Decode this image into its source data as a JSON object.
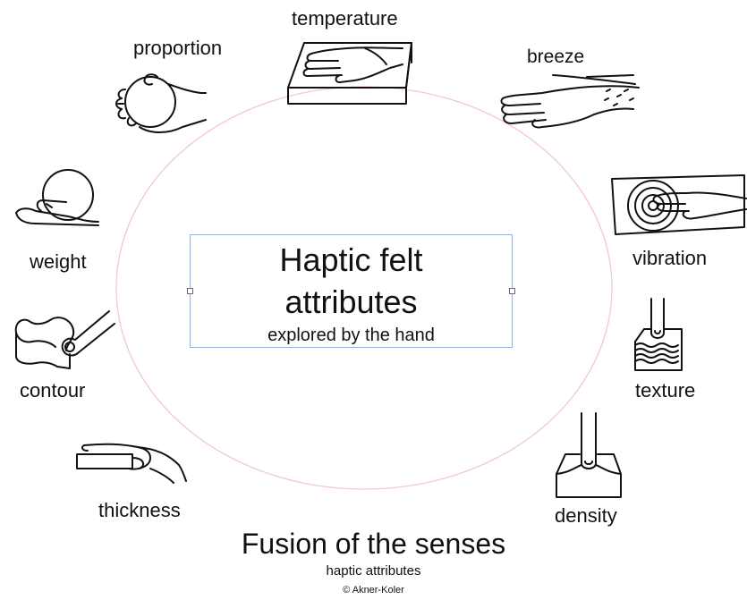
{
  "center": {
    "title_line1": "Haptic felt",
    "title_line2": "attributes",
    "subtitle": "explored by the hand"
  },
  "attributes": {
    "temperature": "temperature",
    "proportion": "proportion",
    "breeze": "breeze",
    "weight": "weight",
    "vibration": "vibration",
    "contour": "contour",
    "texture": "texture",
    "thickness": "thickness",
    "density": "density"
  },
  "footer": {
    "title": "Fusion of the senses",
    "subtitle": "haptic attributes",
    "copyright": "© Akner-Koler"
  },
  "colors": {
    "ellipse": "#f3c8c8",
    "selection_box": "#9bb0d6"
  }
}
